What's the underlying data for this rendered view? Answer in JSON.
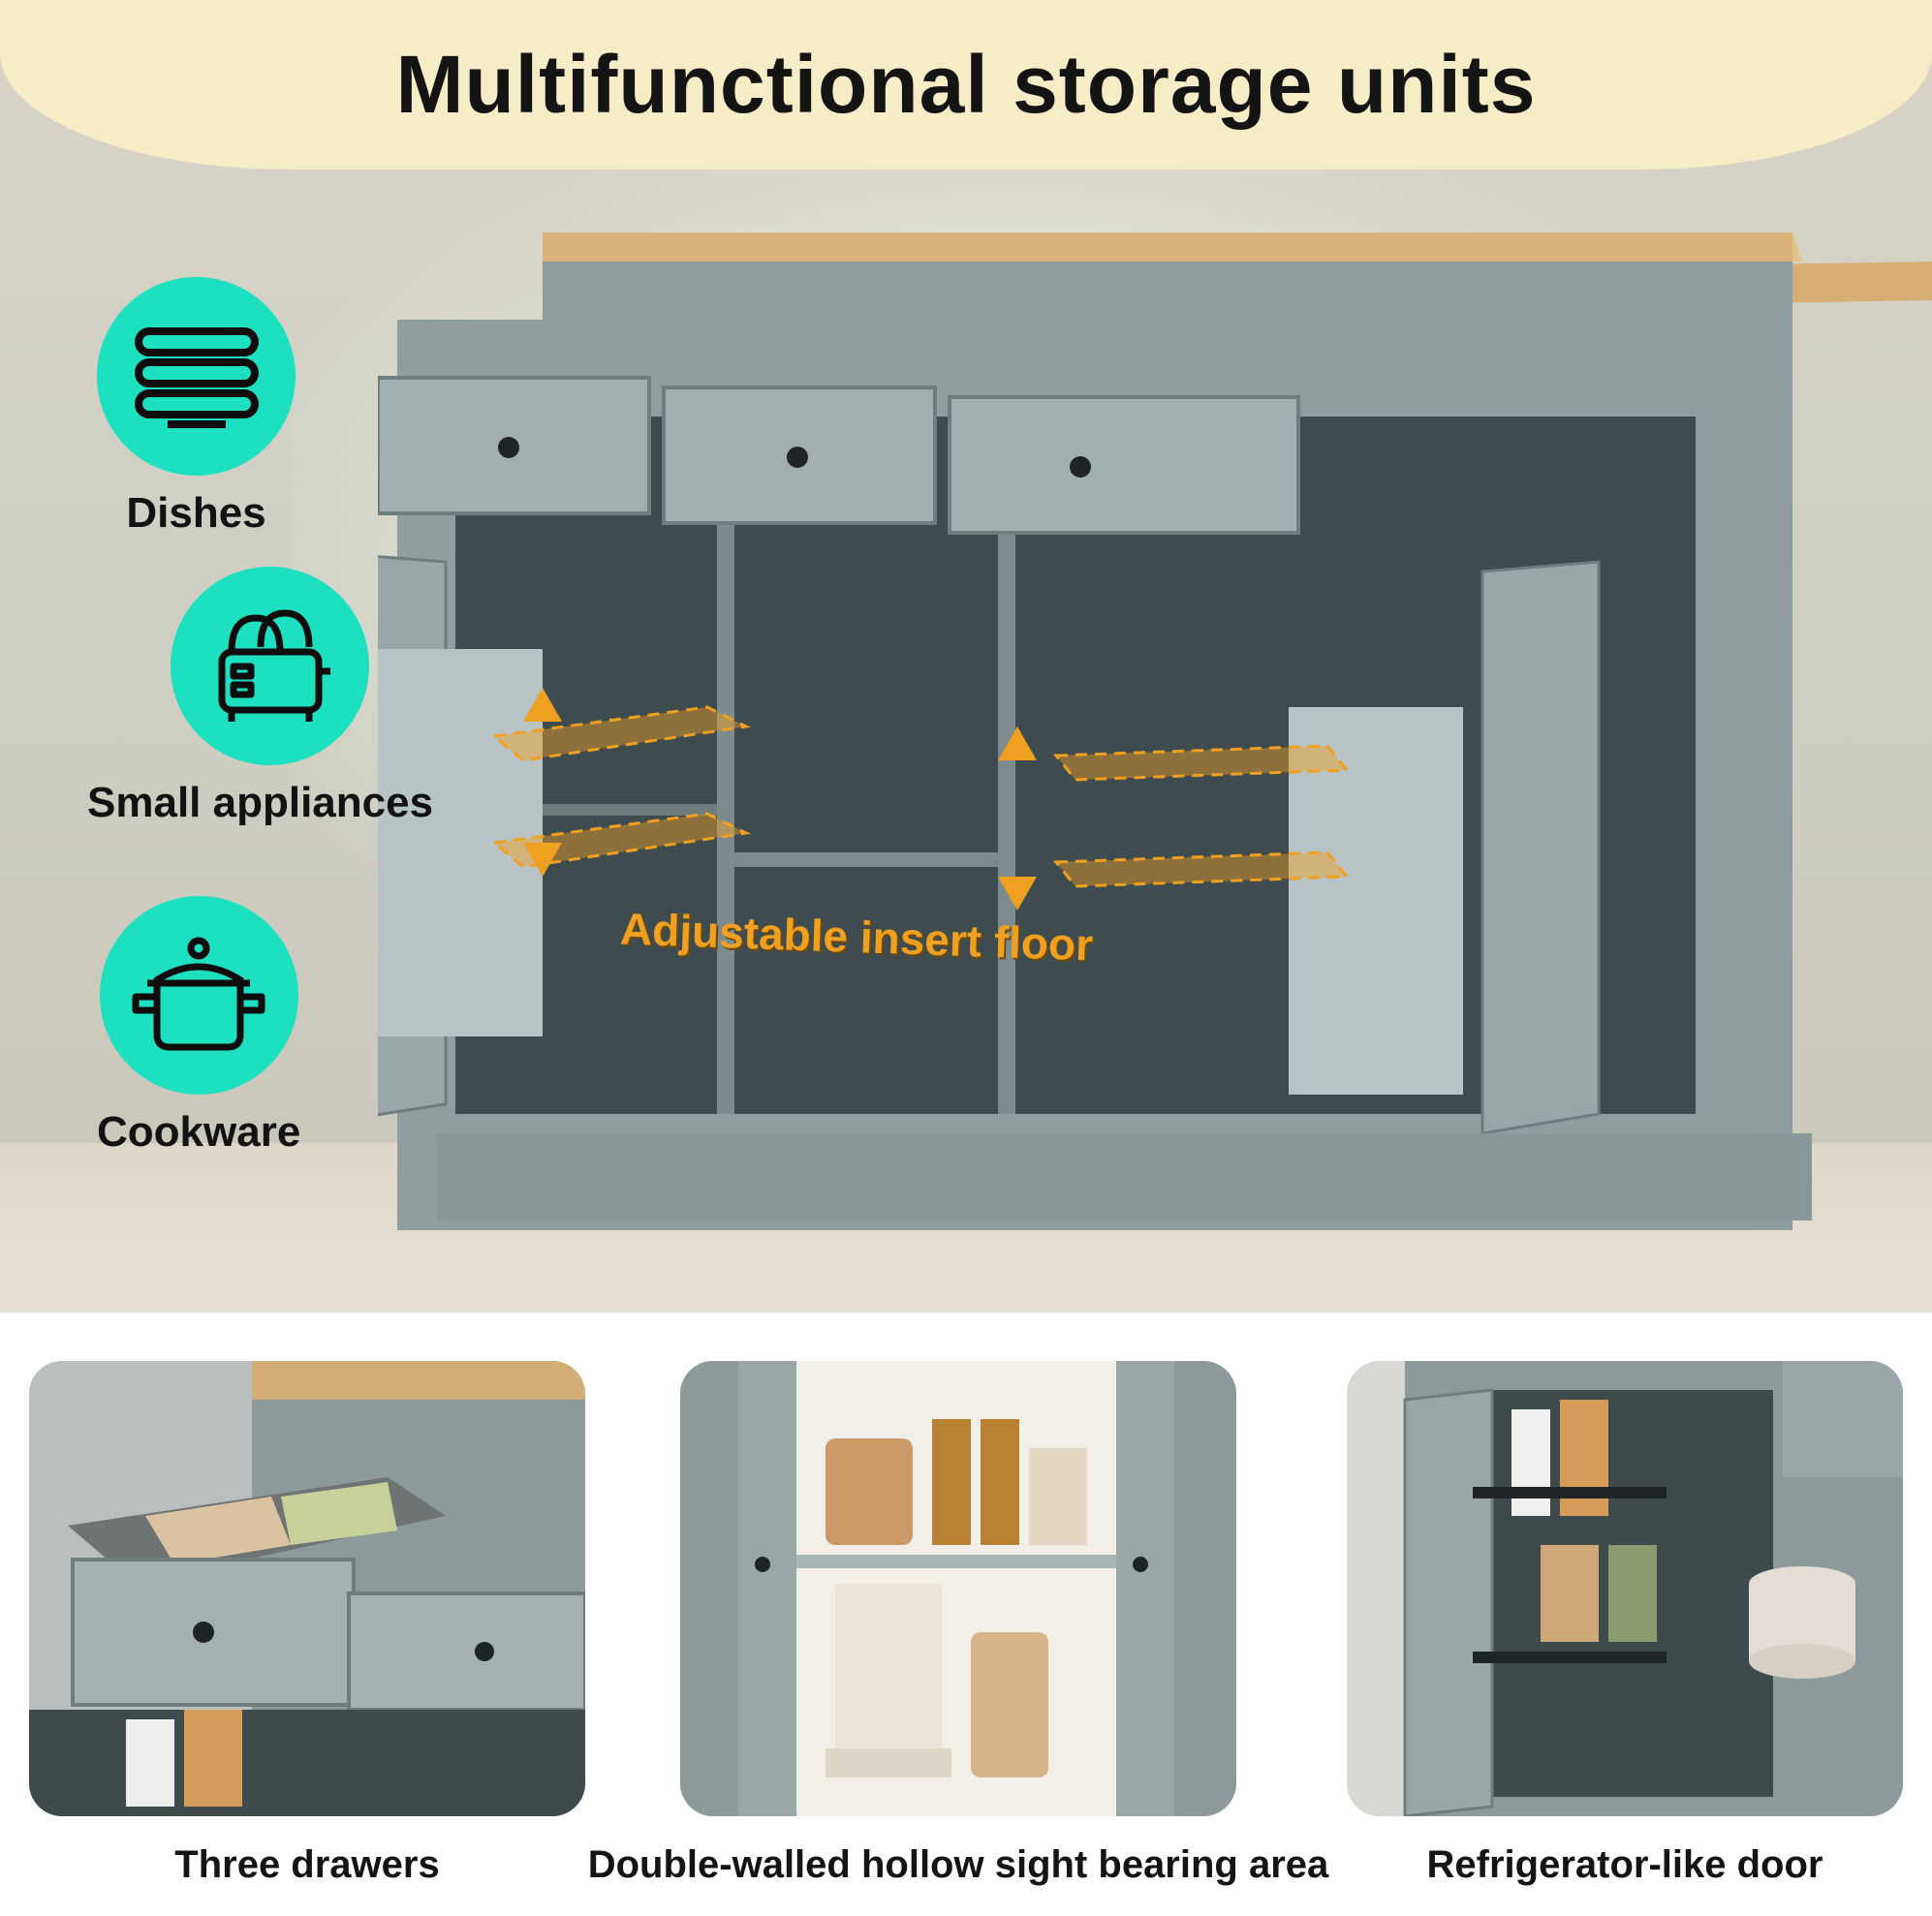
{
  "title": "Multifunctional storage units",
  "features": [
    {
      "label": "Dishes",
      "icon": "dishes-icon"
    },
    {
      "label": "Small appliances",
      "icon": "toaster-icon"
    },
    {
      "label": "Cookware",
      "icon": "pot-icon"
    }
  ],
  "callout": "Adjustable insert floor",
  "captions": [
    "Three drawers",
    "Double-walled hollow sight bearing area",
    "Refrigerator-like door"
  ],
  "colors": {
    "accent": "#1de0c0",
    "banner": "#f6ecc6",
    "cabinet": "#8e9c9e",
    "wood": "#d9b47a",
    "shelf_highlight": "#f0a020"
  }
}
